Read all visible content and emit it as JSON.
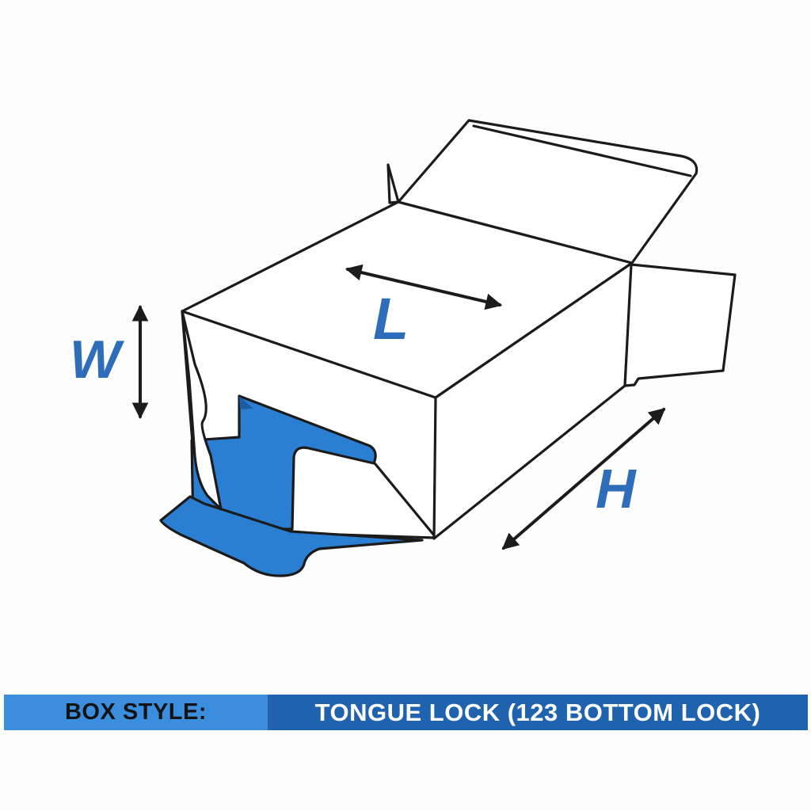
{
  "diagram": {
    "type": "packaging-box-dieline-illustration",
    "dimension_labels": {
      "width": "W",
      "length": "L",
      "height": "H"
    }
  },
  "banner": {
    "box_style_label": "BOX STYLE:",
    "box_style_value": "TONGUE LOCK (123 BOTTOM LOCK)"
  },
  "colors": {
    "flap_blue": "#2b7fd3",
    "flap_blue_dark": "#1c5da4",
    "label_blue": "#2e6db9",
    "banner_light": "#3a8edd",
    "banner_dark": "#1f63ae",
    "line_black": "#1b1b1b",
    "panel_white": "#ffffff"
  }
}
